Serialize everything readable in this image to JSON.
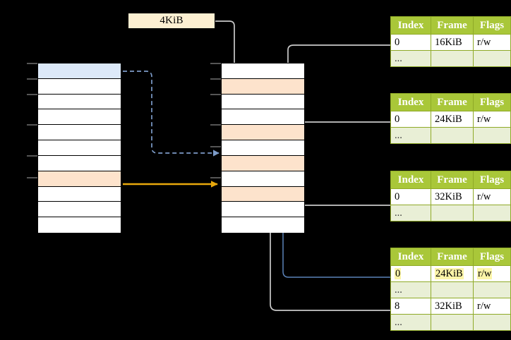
{
  "diagram": {
    "title": "virtual-memory-page-table-walk",
    "background": "#000000"
  },
  "size_label": {
    "text": "4KiB"
  },
  "colors": {
    "header_green": "#a9c739",
    "ellipsis_row": "#e9efd6",
    "highlight_yellow": "#fcf5a8",
    "cell_blue": "#dce9f9",
    "cell_peach": "#fde3cc",
    "arrow_orange": "#e8a80c",
    "arrow_blue": "#5b82b8",
    "arrow_gray": "#c9c9c9"
  },
  "left_column": {
    "name": "virtual-address-space",
    "cells": [
      {
        "fill": "blue"
      },
      {
        "fill": "white"
      },
      {
        "fill": "white"
      },
      {
        "fill": "white"
      },
      {
        "fill": "white"
      },
      {
        "fill": "white"
      },
      {
        "fill": "white"
      },
      {
        "fill": "peach"
      },
      {
        "fill": "white"
      },
      {
        "fill": "white"
      },
      {
        "fill": "white"
      }
    ]
  },
  "middle_column": {
    "name": "physical-memory",
    "cells": [
      {
        "fill": "white"
      },
      {
        "fill": "peach"
      },
      {
        "fill": "white"
      },
      {
        "fill": "white"
      },
      {
        "fill": "peach"
      },
      {
        "fill": "white"
      },
      {
        "fill": "peach"
      },
      {
        "fill": "white"
      },
      {
        "fill": "peach"
      },
      {
        "fill": "white"
      },
      {
        "fill": "white"
      }
    ]
  },
  "tables": [
    {
      "name": "page-table-level-1",
      "headers": [
        "Index",
        "Frame",
        "Flags"
      ],
      "rows": [
        {
          "type": "data",
          "cells": [
            "0",
            "16KiB",
            "r/w"
          ],
          "highlight": [
            false,
            false,
            false
          ]
        },
        {
          "type": "ellipsis",
          "cells": [
            "...",
            "",
            ""
          ],
          "highlight": [
            false,
            false,
            false
          ]
        }
      ]
    },
    {
      "name": "page-table-level-2",
      "headers": [
        "Index",
        "Frame",
        "Flags"
      ],
      "rows": [
        {
          "type": "data",
          "cells": [
            "0",
            "24KiB",
            "r/w"
          ],
          "highlight": [
            false,
            false,
            false
          ]
        },
        {
          "type": "ellipsis",
          "cells": [
            "...",
            "",
            ""
          ],
          "highlight": [
            false,
            false,
            false
          ]
        }
      ]
    },
    {
      "name": "page-table-level-3",
      "headers": [
        "Index",
        "Frame",
        "Flags"
      ],
      "rows": [
        {
          "type": "data",
          "cells": [
            "0",
            "32KiB",
            "r/w"
          ],
          "highlight": [
            false,
            false,
            false
          ]
        },
        {
          "type": "ellipsis",
          "cells": [
            "...",
            "",
            ""
          ],
          "highlight": [
            false,
            false,
            false
          ]
        }
      ]
    },
    {
      "name": "page-table-level-4",
      "headers": [
        "Index",
        "Frame",
        "Flags"
      ],
      "rows": [
        {
          "type": "data",
          "cells": [
            "0",
            "24KiB",
            "r/w"
          ],
          "highlight": [
            true,
            true,
            true
          ]
        },
        {
          "type": "ellipsis",
          "cells": [
            "...",
            "",
            ""
          ],
          "highlight": [
            false,
            false,
            false
          ]
        },
        {
          "type": "data",
          "cells": [
            "8",
            "32KiB",
            "r/w"
          ],
          "highlight": [
            false,
            false,
            false
          ]
        },
        {
          "type": "ellipsis",
          "cells": [
            "...",
            "",
            ""
          ],
          "highlight": [
            false,
            false,
            false
          ]
        }
      ]
    }
  ]
}
